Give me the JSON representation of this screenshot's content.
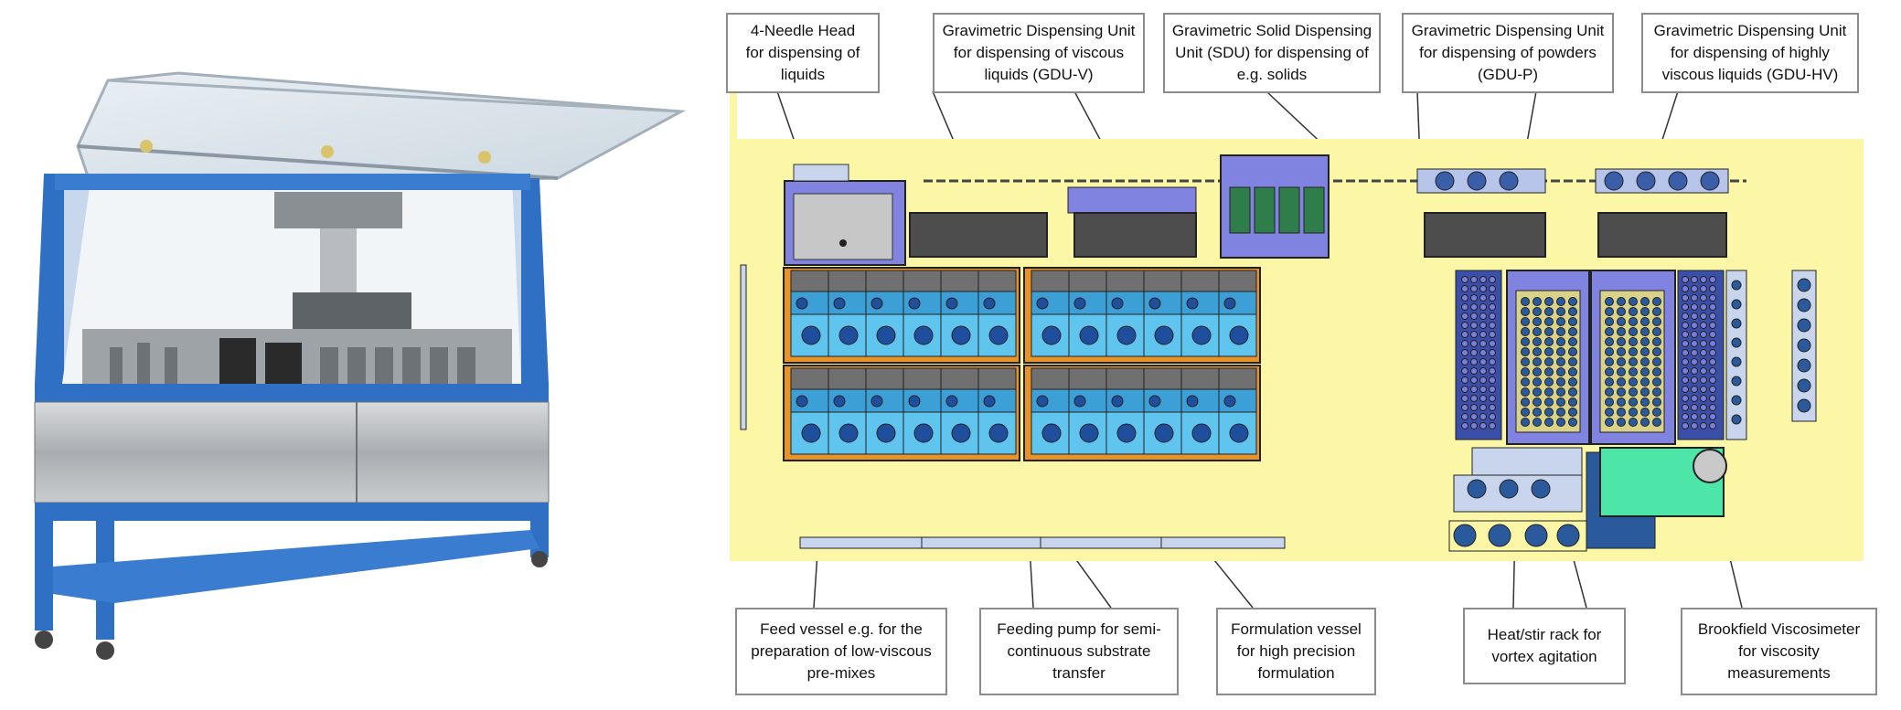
{
  "callouts": {
    "top": [
      {
        "id": "needle-head",
        "text": "4-Needle Head\nfor dispensing of\nliquids"
      },
      {
        "id": "gdu-v",
        "text": "Gravimetric Dispensing Unit\nfor dispensing of viscous\nliquids (GDU-V)"
      },
      {
        "id": "sdu",
        "text": "Gravimetric Solid Dispensing\nUnit (SDU) for dispensing of\ne.g. solids"
      },
      {
        "id": "gdu-p",
        "text": "Gravimetric Dispensing Unit\nfor dispensing of powders\n(GDU-P)"
      },
      {
        "id": "gdu-hv",
        "text": "Gravimetric Dispensing Unit\nfor dispensing of highly\nviscous liquids (GDU-HV)"
      }
    ],
    "bottom": [
      {
        "id": "feed-vessel",
        "text": "Feed vessel e.g. for the\npreparation of low-viscous\npre-mixes"
      },
      {
        "id": "feeding-pump",
        "text": "Feeding pump for semi-\ncontinuous substrate\ntransfer"
      },
      {
        "id": "formulation-vessel",
        "text": "Formulation vessel\nfor high precision\nformulation"
      },
      {
        "id": "heat-stir-rack",
        "text": "Heat/stir rack for\nvortex agitation"
      },
      {
        "id": "viscosimeter",
        "text": "Brookfield Viscosimeter\nfor viscosity\nmeasurements"
      }
    ]
  },
  "colors": {
    "deck": "#fbf7a6",
    "frame_blue": "#2f6fc4",
    "unit_dark": "#4d4d4d",
    "vessel_light": "#5fc4ee",
    "vessel_mid": "#3c9fd6",
    "rack_purple": "#7b7ddd",
    "rack_yellow": "#d9d28a",
    "orange": "#e8922a",
    "visco_green": "#4ee6a8"
  }
}
